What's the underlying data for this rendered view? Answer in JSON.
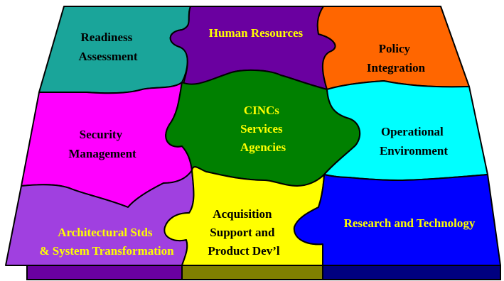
{
  "colors": {
    "readiness": "#1aa59a",
    "human_resources": "#6a00a0",
    "policy": "#ff6600",
    "security": "#ff00ff",
    "cincs": "#008000",
    "operational": "#00ffff",
    "architectural": "#a040e0",
    "acquisition": "#ffff00",
    "research": "#0000ff",
    "base_left": "#6a00a0",
    "base_middle": "#808000",
    "base_right": "#000080",
    "label_dark": "#000000",
    "label_gold": "#ffff00"
  },
  "pieces": {
    "readiness": {
      "lines": [
        "Readiness",
        "Assessment"
      ]
    },
    "human_resources": {
      "lines": [
        "Human Resources"
      ]
    },
    "policy": {
      "lines": [
        "Policy",
        "Integration"
      ]
    },
    "security": {
      "lines": [
        "Security",
        "Management"
      ]
    },
    "cincs": {
      "lines": [
        "CINCs",
        "Services",
        "Agencies"
      ]
    },
    "operational": {
      "lines": [
        "Operational",
        "Environment"
      ]
    },
    "architectural": {
      "lines": [
        "Architectural Stds",
        "& System Transformation"
      ]
    },
    "acquisition": {
      "lines": [
        "Acquisition",
        "Support and",
        "Product Dev’l"
      ]
    },
    "research": {
      "lines": [
        "Research and Technology"
      ]
    }
  }
}
